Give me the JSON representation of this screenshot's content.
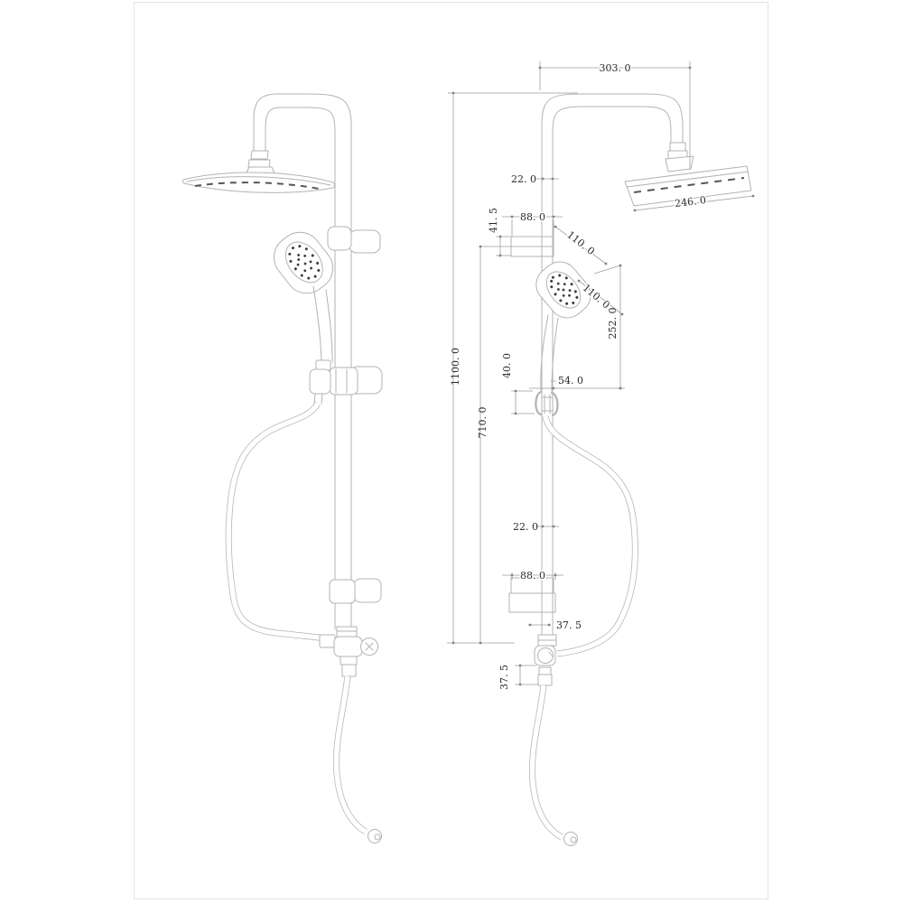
{
  "drawing": {
    "kind": "technical-dimension-drawing",
    "subject": "shower column with overhead rain head, hand shower and hoses, two views",
    "colors": {
      "background": "#ffffff",
      "frame_border": "#e4e4e4",
      "part_line": "#b3b3b3",
      "dimension_line": "#9e9e9e",
      "dimension_text": "#282828",
      "nozzle_detail": "#3d3d3d"
    },
    "dims": {
      "d303": {
        "label": "303. 0"
      },
      "d22_top": {
        "label": "22. 0"
      },
      "d88_top": {
        "label": "88. 0"
      },
      "d41_5": {
        "label": "41. 5"
      },
      "d246": {
        "label": "246. 0"
      },
      "d110_a": {
        "label": "110. 0"
      },
      "d110_b": {
        "label": "110. 0"
      },
      "d252": {
        "label": "252. 0"
      },
      "d1100": {
        "label": "1100. 0"
      },
      "d710": {
        "label": "710. 0"
      },
      "d40": {
        "label": "40. 0"
      },
      "d54": {
        "label": "54. 0"
      },
      "d22_bottom": {
        "label": "22. 0"
      },
      "d88_bottom": {
        "label": "88. 0"
      },
      "d37_5_side": {
        "label": "37. 5"
      },
      "d37_5_bottom": {
        "label": "37. 5"
      }
    }
  }
}
